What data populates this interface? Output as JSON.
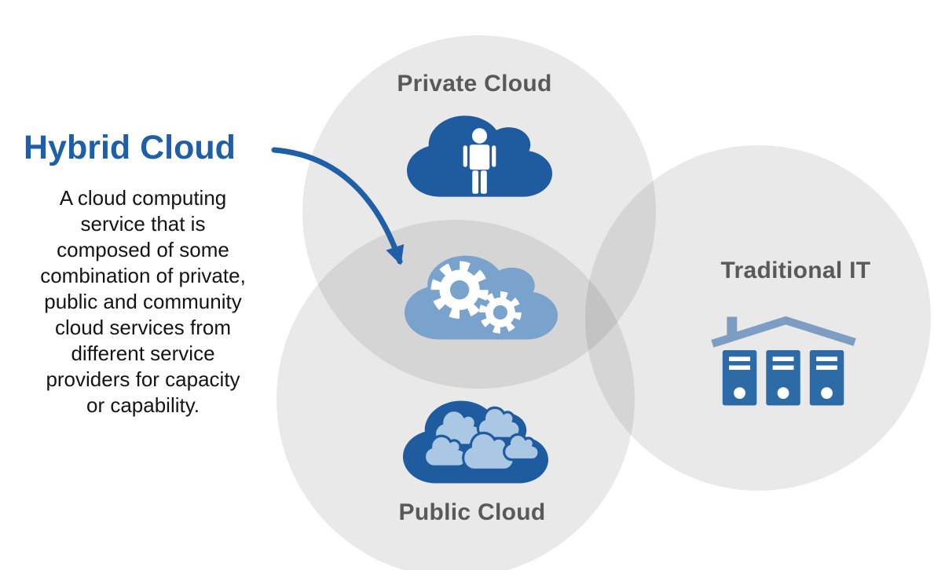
{
  "hybrid": {
    "title": "Hybrid Cloud",
    "description": "A cloud computing\nservice that is\ncomposed of some\ncombination of private,\npublic and community\ncloud services from\ndifferent service\nproviders for capacity\nor capability.",
    "connector": "curved-arrow-icon"
  },
  "circles": {
    "private": {
      "label": "Private Cloud",
      "icon": "person-cloud-icon"
    },
    "public": {
      "label": "Public Cloud",
      "icon": "clouds-cluster-icon"
    },
    "traditional": {
      "label": "Traditional IT",
      "icon": "servers-roof-icon"
    },
    "hybrid_overlap": {
      "icon": "gears-cloud-icon"
    }
  },
  "colors": {
    "accent_blue": "#1f5fa8",
    "dark_cloud_blue": "#1e5c9f",
    "hybrid_cloud_blue": "#79a3cc",
    "inner_cloud_blue": "#aac8e4",
    "server_blue": "#2d6ba6",
    "roof_blue": "#7e9dc3",
    "label_gray": "#595959",
    "body_text": "#141414",
    "circle_fill": "rgba(40,40,40,0.10)"
  }
}
